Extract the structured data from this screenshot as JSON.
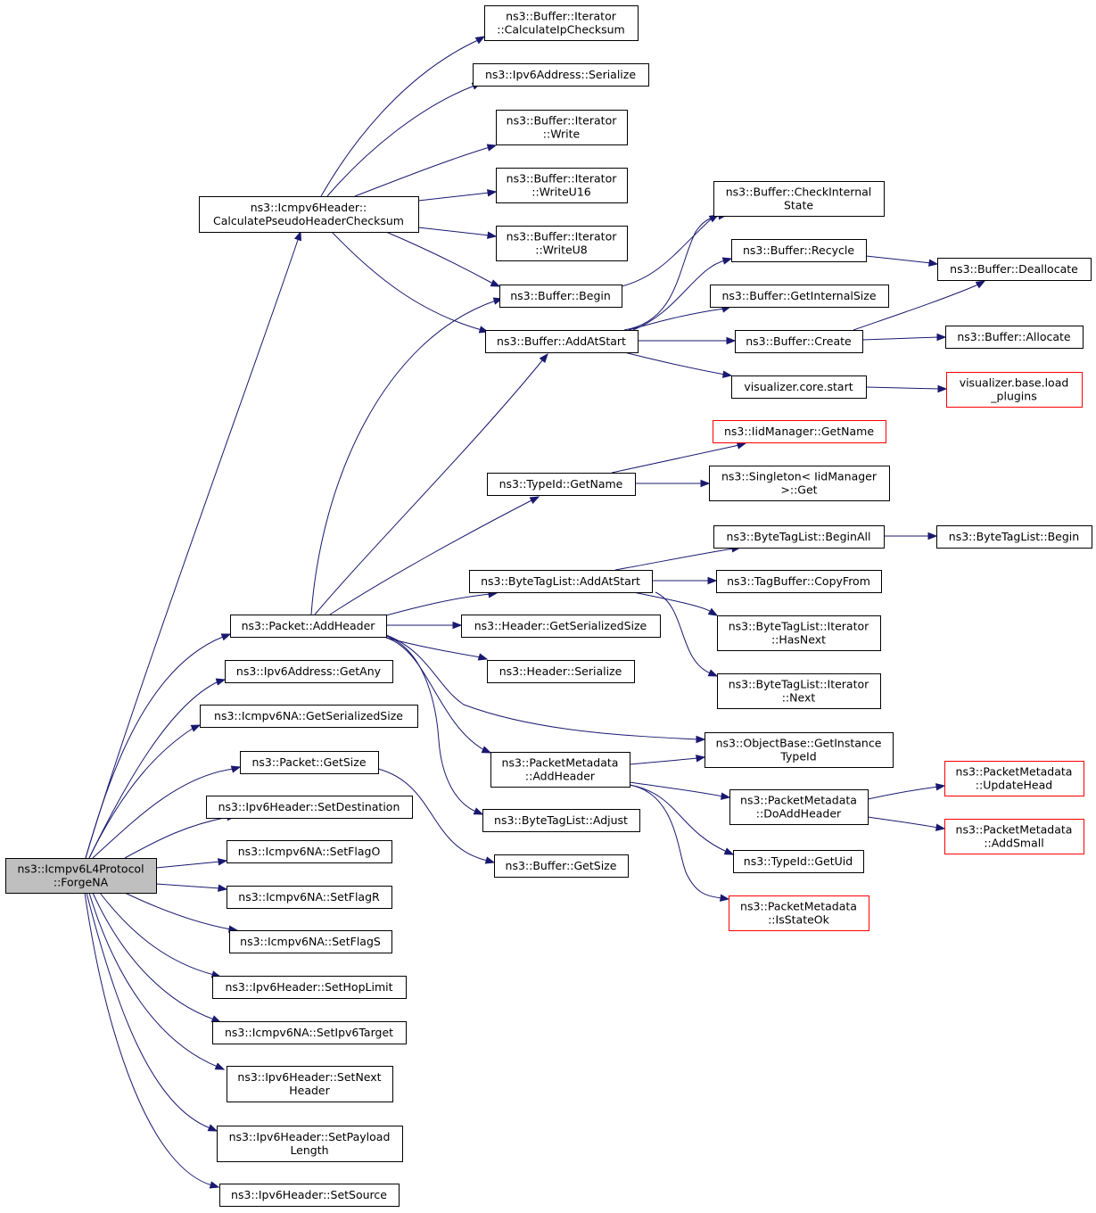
{
  "colors": {
    "edge": "#191970",
    "node_border": "#000000",
    "node_border_incomplete": "#ff0000",
    "root_fill": "#bfbfbf"
  },
  "nodes": [
    {
      "id": "root",
      "lines": [
        "ns3::Icmpv6L4Protocol",
        "::ForgeNA"
      ],
      "kind": "root"
    },
    {
      "id": "cphc",
      "lines": [
        "ns3::Icmpv6Header::",
        "CalculatePseudoHeaderChecksum"
      ]
    },
    {
      "id": "cipc",
      "lines": [
        "ns3::Buffer::Iterator",
        "::CalculateIpChecksum"
      ]
    },
    {
      "id": "v6ser",
      "lines": [
        "ns3::Ipv6Address::Serialize"
      ]
    },
    {
      "id": "itw",
      "lines": [
        "ns3::Buffer::Iterator",
        "::Write"
      ]
    },
    {
      "id": "itw16",
      "lines": [
        "ns3::Buffer::Iterator",
        "::WriteU16"
      ]
    },
    {
      "id": "itw8",
      "lines": [
        "ns3::Buffer::Iterator",
        "::WriteU8"
      ]
    },
    {
      "id": "bbeg",
      "lines": [
        "ns3::Buffer::Begin"
      ]
    },
    {
      "id": "baas",
      "lines": [
        "ns3::Buffer::AddAtStart"
      ]
    },
    {
      "id": "bcis",
      "lines": [
        "ns3::Buffer::CheckInternal",
        "State"
      ]
    },
    {
      "id": "brec",
      "lines": [
        "ns3::Buffer::Recycle"
      ]
    },
    {
      "id": "bdea",
      "lines": [
        "ns3::Buffer::Deallocate"
      ]
    },
    {
      "id": "bgis",
      "lines": [
        "ns3::Buffer::GetInternalSize"
      ]
    },
    {
      "id": "bcre",
      "lines": [
        "ns3::Buffer::Create"
      ]
    },
    {
      "id": "ball",
      "lines": [
        "ns3::Buffer::Allocate"
      ]
    },
    {
      "id": "vcs",
      "lines": [
        "visualizer.core.start"
      ]
    },
    {
      "id": "vblp",
      "lines": [
        "visualizer.base.load",
        "_plugins"
      ],
      "kind": "incomplete"
    },
    {
      "id": "iidgn",
      "lines": [
        "ns3::IidManager::GetName"
      ],
      "kind": "incomplete"
    },
    {
      "id": "tigetname",
      "lines": [
        "ns3::TypeId::GetName"
      ]
    },
    {
      "id": "sing",
      "lines": [
        "ns3::Singleton< IidManager",
        ">::Get"
      ]
    },
    {
      "id": "btlba",
      "lines": [
        "ns3::ByteTagList::BeginAll"
      ]
    },
    {
      "id": "btlb",
      "lines": [
        "ns3::ByteTagList::Begin"
      ]
    },
    {
      "id": "btlaas",
      "lines": [
        "ns3::ByteTagList::AddAtStart"
      ]
    },
    {
      "id": "tbcf",
      "lines": [
        "ns3::TagBuffer::CopyFrom"
      ]
    },
    {
      "id": "pah",
      "lines": [
        "ns3::Packet::AddHeader"
      ]
    },
    {
      "id": "hgss",
      "lines": [
        "ns3::Header::GetSerializedSize"
      ]
    },
    {
      "id": "btlhn",
      "lines": [
        "ns3::ByteTagList::Iterator",
        "::HasNext"
      ]
    },
    {
      "id": "v6any",
      "lines": [
        "ns3::Ipv6Address::GetAny"
      ]
    },
    {
      "id": "hser",
      "lines": [
        "ns3::Header::Serialize"
      ]
    },
    {
      "id": "btlnx",
      "lines": [
        "ns3::ByteTagList::Iterator",
        "::Next"
      ]
    },
    {
      "id": "nagss",
      "lines": [
        "ns3::Icmpv6NA::GetSerializedSize"
      ]
    },
    {
      "id": "obgit",
      "lines": [
        "ns3::ObjectBase::GetInstance",
        "TypeId"
      ]
    },
    {
      "id": "pgs",
      "lines": [
        "ns3::Packet::GetSize"
      ]
    },
    {
      "id": "pmah",
      "lines": [
        "ns3::PacketMetadata",
        "::AddHeader"
      ]
    },
    {
      "id": "pmuh",
      "lines": [
        "ns3::PacketMetadata",
        "::UpdateHead"
      ],
      "kind": "incomplete"
    },
    {
      "id": "v6hsd",
      "lines": [
        "ns3::Ipv6Header::SetDestination"
      ]
    },
    {
      "id": "pmdah",
      "lines": [
        "ns3::PacketMetadata",
        "::DoAddHeader"
      ]
    },
    {
      "id": "btladj",
      "lines": [
        "ns3::ByteTagList::Adjust"
      ]
    },
    {
      "id": "pmas",
      "lines": [
        "ns3::PacketMetadata",
        "::AddSmall"
      ],
      "kind": "incomplete"
    },
    {
      "id": "nasfo",
      "lines": [
        "ns3::Icmpv6NA::SetFlagO"
      ]
    },
    {
      "id": "tigu",
      "lines": [
        "ns3::TypeId::GetUid"
      ]
    },
    {
      "id": "bgs",
      "lines": [
        "ns3::Buffer::GetSize"
      ]
    },
    {
      "id": "nasfr",
      "lines": [
        "ns3::Icmpv6NA::SetFlagR"
      ]
    },
    {
      "id": "pmiso",
      "lines": [
        "ns3::PacketMetadata",
        "::IsStateOk"
      ],
      "kind": "incomplete"
    },
    {
      "id": "nasfs",
      "lines": [
        "ns3::Icmpv6NA::SetFlagS"
      ]
    },
    {
      "id": "v6hshl",
      "lines": [
        "ns3::Ipv6Header::SetHopLimit"
      ]
    },
    {
      "id": "nasit",
      "lines": [
        "ns3::Icmpv6NA::SetIpv6Target"
      ]
    },
    {
      "id": "v6hsnh",
      "lines": [
        "ns3::Ipv6Header::SetNext",
        "Header"
      ]
    },
    {
      "id": "v6hspl",
      "lines": [
        "ns3::Ipv6Header::SetPayload",
        "Length"
      ]
    },
    {
      "id": "v6hss",
      "lines": [
        "ns3::Ipv6Header::SetSource"
      ]
    }
  ],
  "edges": [
    [
      "root",
      "cphc"
    ],
    [
      "root",
      "pah"
    ],
    [
      "root",
      "v6any"
    ],
    [
      "root",
      "nagss"
    ],
    [
      "root",
      "pgs"
    ],
    [
      "root",
      "v6hsd"
    ],
    [
      "root",
      "nasfo"
    ],
    [
      "root",
      "nasfr"
    ],
    [
      "root",
      "nasfs"
    ],
    [
      "root",
      "v6hshl"
    ],
    [
      "root",
      "nasit"
    ],
    [
      "root",
      "v6hsnh"
    ],
    [
      "root",
      "v6hspl"
    ],
    [
      "root",
      "v6hss"
    ],
    [
      "cphc",
      "cipc"
    ],
    [
      "cphc",
      "v6ser"
    ],
    [
      "cphc",
      "itw"
    ],
    [
      "cphc",
      "itw16"
    ],
    [
      "cphc",
      "itw8"
    ],
    [
      "cphc",
      "bbeg"
    ],
    [
      "cphc",
      "baas"
    ],
    [
      "bbeg",
      "bcis"
    ],
    [
      "baas",
      "bcis"
    ],
    [
      "baas",
      "brec"
    ],
    [
      "baas",
      "bgis"
    ],
    [
      "baas",
      "bcre"
    ],
    [
      "baas",
      "vcs"
    ],
    [
      "brec",
      "bdea"
    ],
    [
      "bcre",
      "bdea"
    ],
    [
      "bcre",
      "ball"
    ],
    [
      "vcs",
      "vblp"
    ],
    [
      "tigetname",
      "iidgn"
    ],
    [
      "tigetname",
      "sing"
    ],
    [
      "btlaas",
      "btlba"
    ],
    [
      "btlaas",
      "tbcf"
    ],
    [
      "btlaas",
      "btlhn"
    ],
    [
      "btlaas",
      "btlnx"
    ],
    [
      "btlba",
      "btlb"
    ],
    [
      "pah",
      "bbeg"
    ],
    [
      "pah",
      "baas"
    ],
    [
      "pah",
      "tigetname"
    ],
    [
      "pah",
      "btlaas"
    ],
    [
      "pah",
      "hgss"
    ],
    [
      "pah",
      "hser"
    ],
    [
      "pah",
      "obgit"
    ],
    [
      "pah",
      "pmah"
    ],
    [
      "pah",
      "btladj"
    ],
    [
      "pgs",
      "bgs"
    ],
    [
      "pmah",
      "obgit"
    ],
    [
      "pmah",
      "pmdah"
    ],
    [
      "pmah",
      "tigu"
    ],
    [
      "pmah",
      "pmiso"
    ],
    [
      "pmdah",
      "pmuh"
    ],
    [
      "pmdah",
      "pmas"
    ]
  ]
}
